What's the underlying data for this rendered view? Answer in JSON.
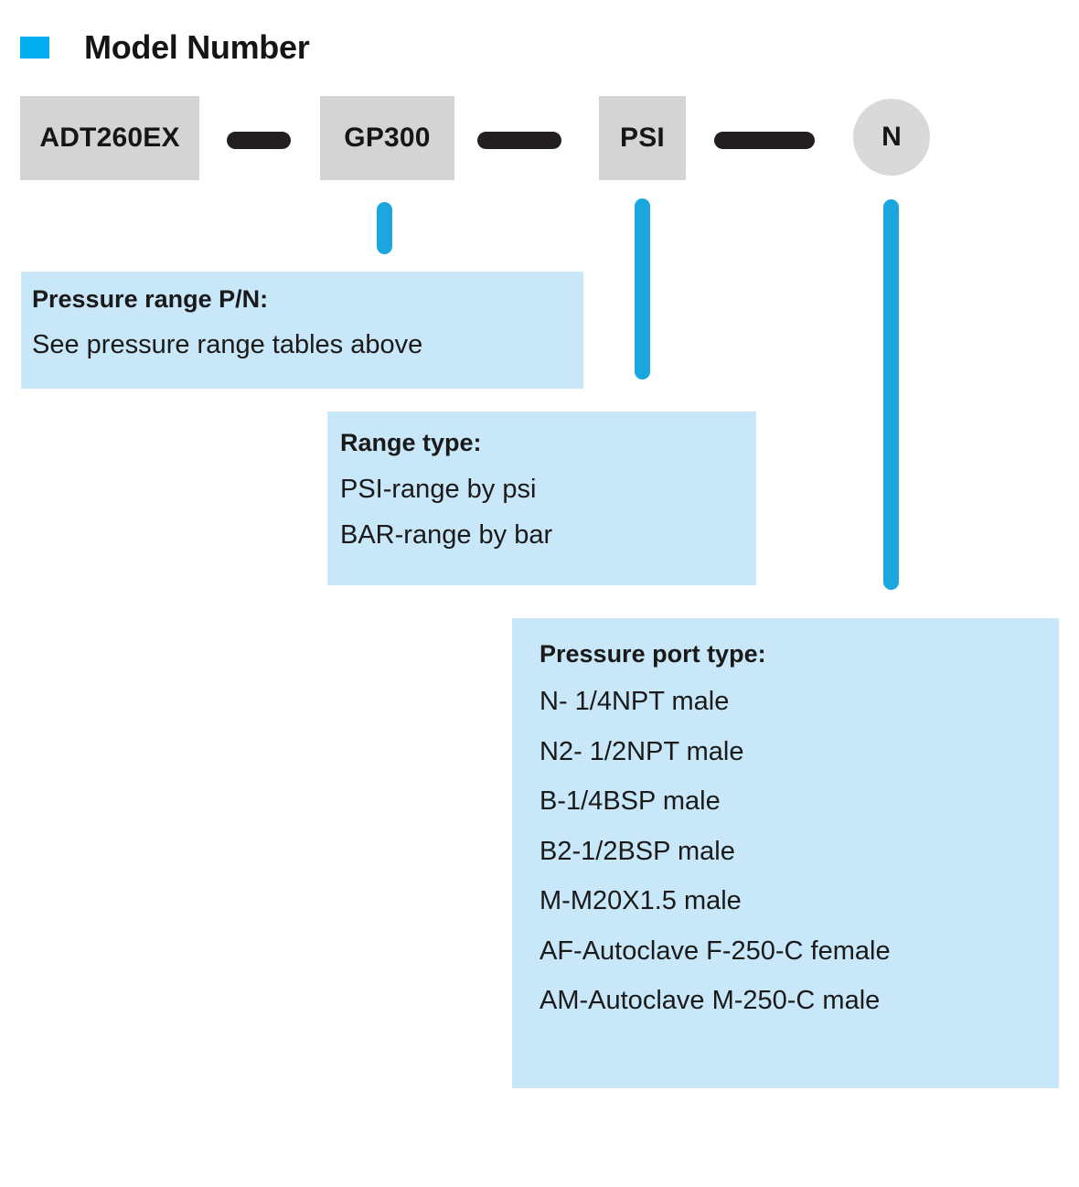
{
  "header": {
    "marker_icon": "blue-square-marker",
    "title": "Model Number",
    "accent_color": "#00AEEF"
  },
  "model_number": {
    "segments": [
      {
        "id": "model",
        "label": "ADT260EX",
        "shape": "rect"
      },
      {
        "id": "range_pn",
        "label": "GP300",
        "shape": "rect"
      },
      {
        "id": "range_type",
        "label": "PSI",
        "shape": "rect"
      },
      {
        "id": "port_type",
        "label": "N",
        "shape": "circle"
      }
    ],
    "separator_icon": "dash-separator",
    "separator_count": 3,
    "chip_color": "#d4d4d4",
    "separator_color": "#231f20",
    "leader_color": "#1BA6E0"
  },
  "callouts": [
    {
      "id": "pressure_range",
      "title": "Pressure range P/N:",
      "lines": [
        "See pressure range tables above"
      ]
    },
    {
      "id": "range_type",
      "title": "Range type:",
      "lines": [
        "PSI-range by psi",
        "BAR-range by bar"
      ]
    },
    {
      "id": "port_type",
      "title": "Pressure port type:",
      "lines": [
        "N- 1/4NPT male",
        "N2- 1/2NPT male",
        "B-1/4BSP male",
        "B2-1/2BSP male",
        "M-M20X1.5 male",
        "AF-Autoclave F-250-C female",
        "AM-Autoclave M-250-C male"
      ]
    }
  ],
  "callout_color": "#c8e7f8"
}
